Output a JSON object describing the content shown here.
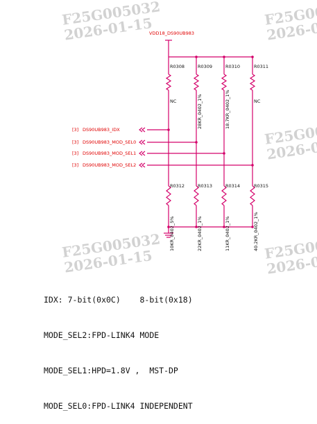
{
  "watermark": {
    "lines": [
      "F25G005032",
      "2026-01-15"
    ]
  },
  "power": {
    "net": "VDD18_DS90UB983"
  },
  "upper_resistors": [
    {
      "ref": "R0308",
      "value": "NC"
    },
    {
      "ref": "R0309",
      "value": "28KR_0402_1%"
    },
    {
      "ref": "R0310",
      "value": "18.7KR_0402_1%"
    },
    {
      "ref": "R0311",
      "value": "NC"
    }
  ],
  "lower_resistors": [
    {
      "ref": "R0312",
      "value": "10KR_0402_5%"
    },
    {
      "ref": "R0313",
      "value": "22KR_0402_1%"
    },
    {
      "ref": "R0314",
      "value": "11KR_0402_1%"
    },
    {
      "ref": "R0315",
      "value": "40.2KR_0402_1%"
    }
  ],
  "nets": [
    {
      "page": "[3]",
      "name": "DS90UB983_IDX"
    },
    {
      "page": "[3]",
      "name": "DS90UB983_MOD_SEL0"
    },
    {
      "page": "[3]",
      "name": "DS90UB983_MOD_SEL1"
    },
    {
      "page": "[3]",
      "name": "DS90UB983_MOD_SEL2"
    }
  ],
  "notes": [
    "IDX: 7-bit(0x0C)    8-bit(0x18)",
    "MODE_SEL2:FPD-LINK4 MODE",
    "MODE_SEL1:HPD=1.8V ,  MST-DP",
    "MODE_SEL0:FPD-LINK4 INDEPENDENT"
  ],
  "colors": {
    "wire": "#d4006a",
    "label": "#e00000",
    "watermark": "#d2d2d2",
    "text": "#111111"
  }
}
